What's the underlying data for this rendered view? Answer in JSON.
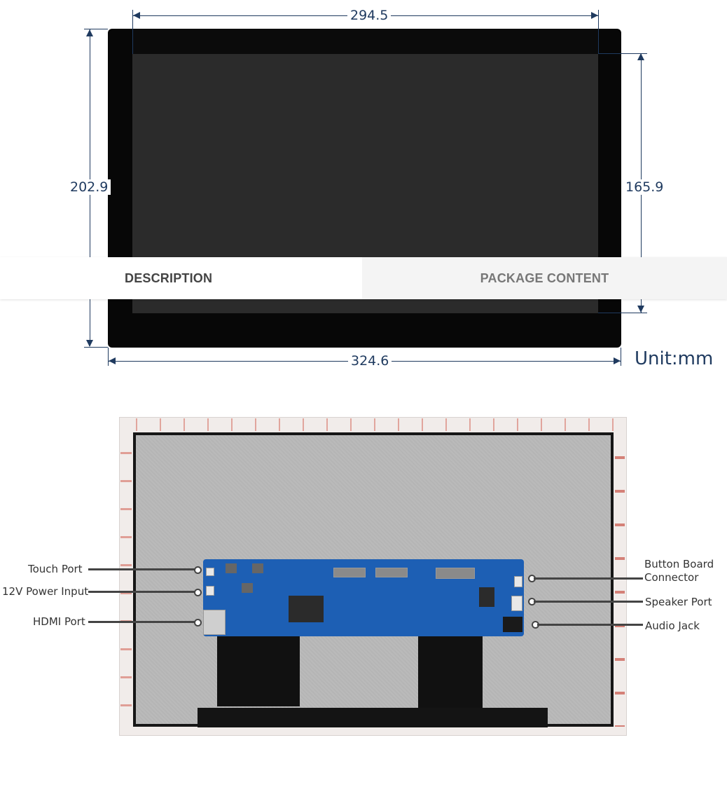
{
  "tabs": {
    "description": "DESCRIPTION",
    "package_content": "PACKAGE CONTENT"
  },
  "dimensions": {
    "active_width": "294.5",
    "outer_height": "202.9",
    "active_height": "165.9",
    "outer_width": "324.6",
    "unit": "Unit:mm"
  },
  "callouts": {
    "touch_port": "Touch Port",
    "power_input": "12V Power Input",
    "hdmi_port": "HDMI Port",
    "button_board": "Button Board\nConnector",
    "speaker_port": "Speaker Port",
    "audio_jack": "Audio Jack"
  },
  "colors": {
    "dimension": "#1f3a5f",
    "pcb": "#1d5fb4",
    "tape_text": "#c0392b"
  }
}
